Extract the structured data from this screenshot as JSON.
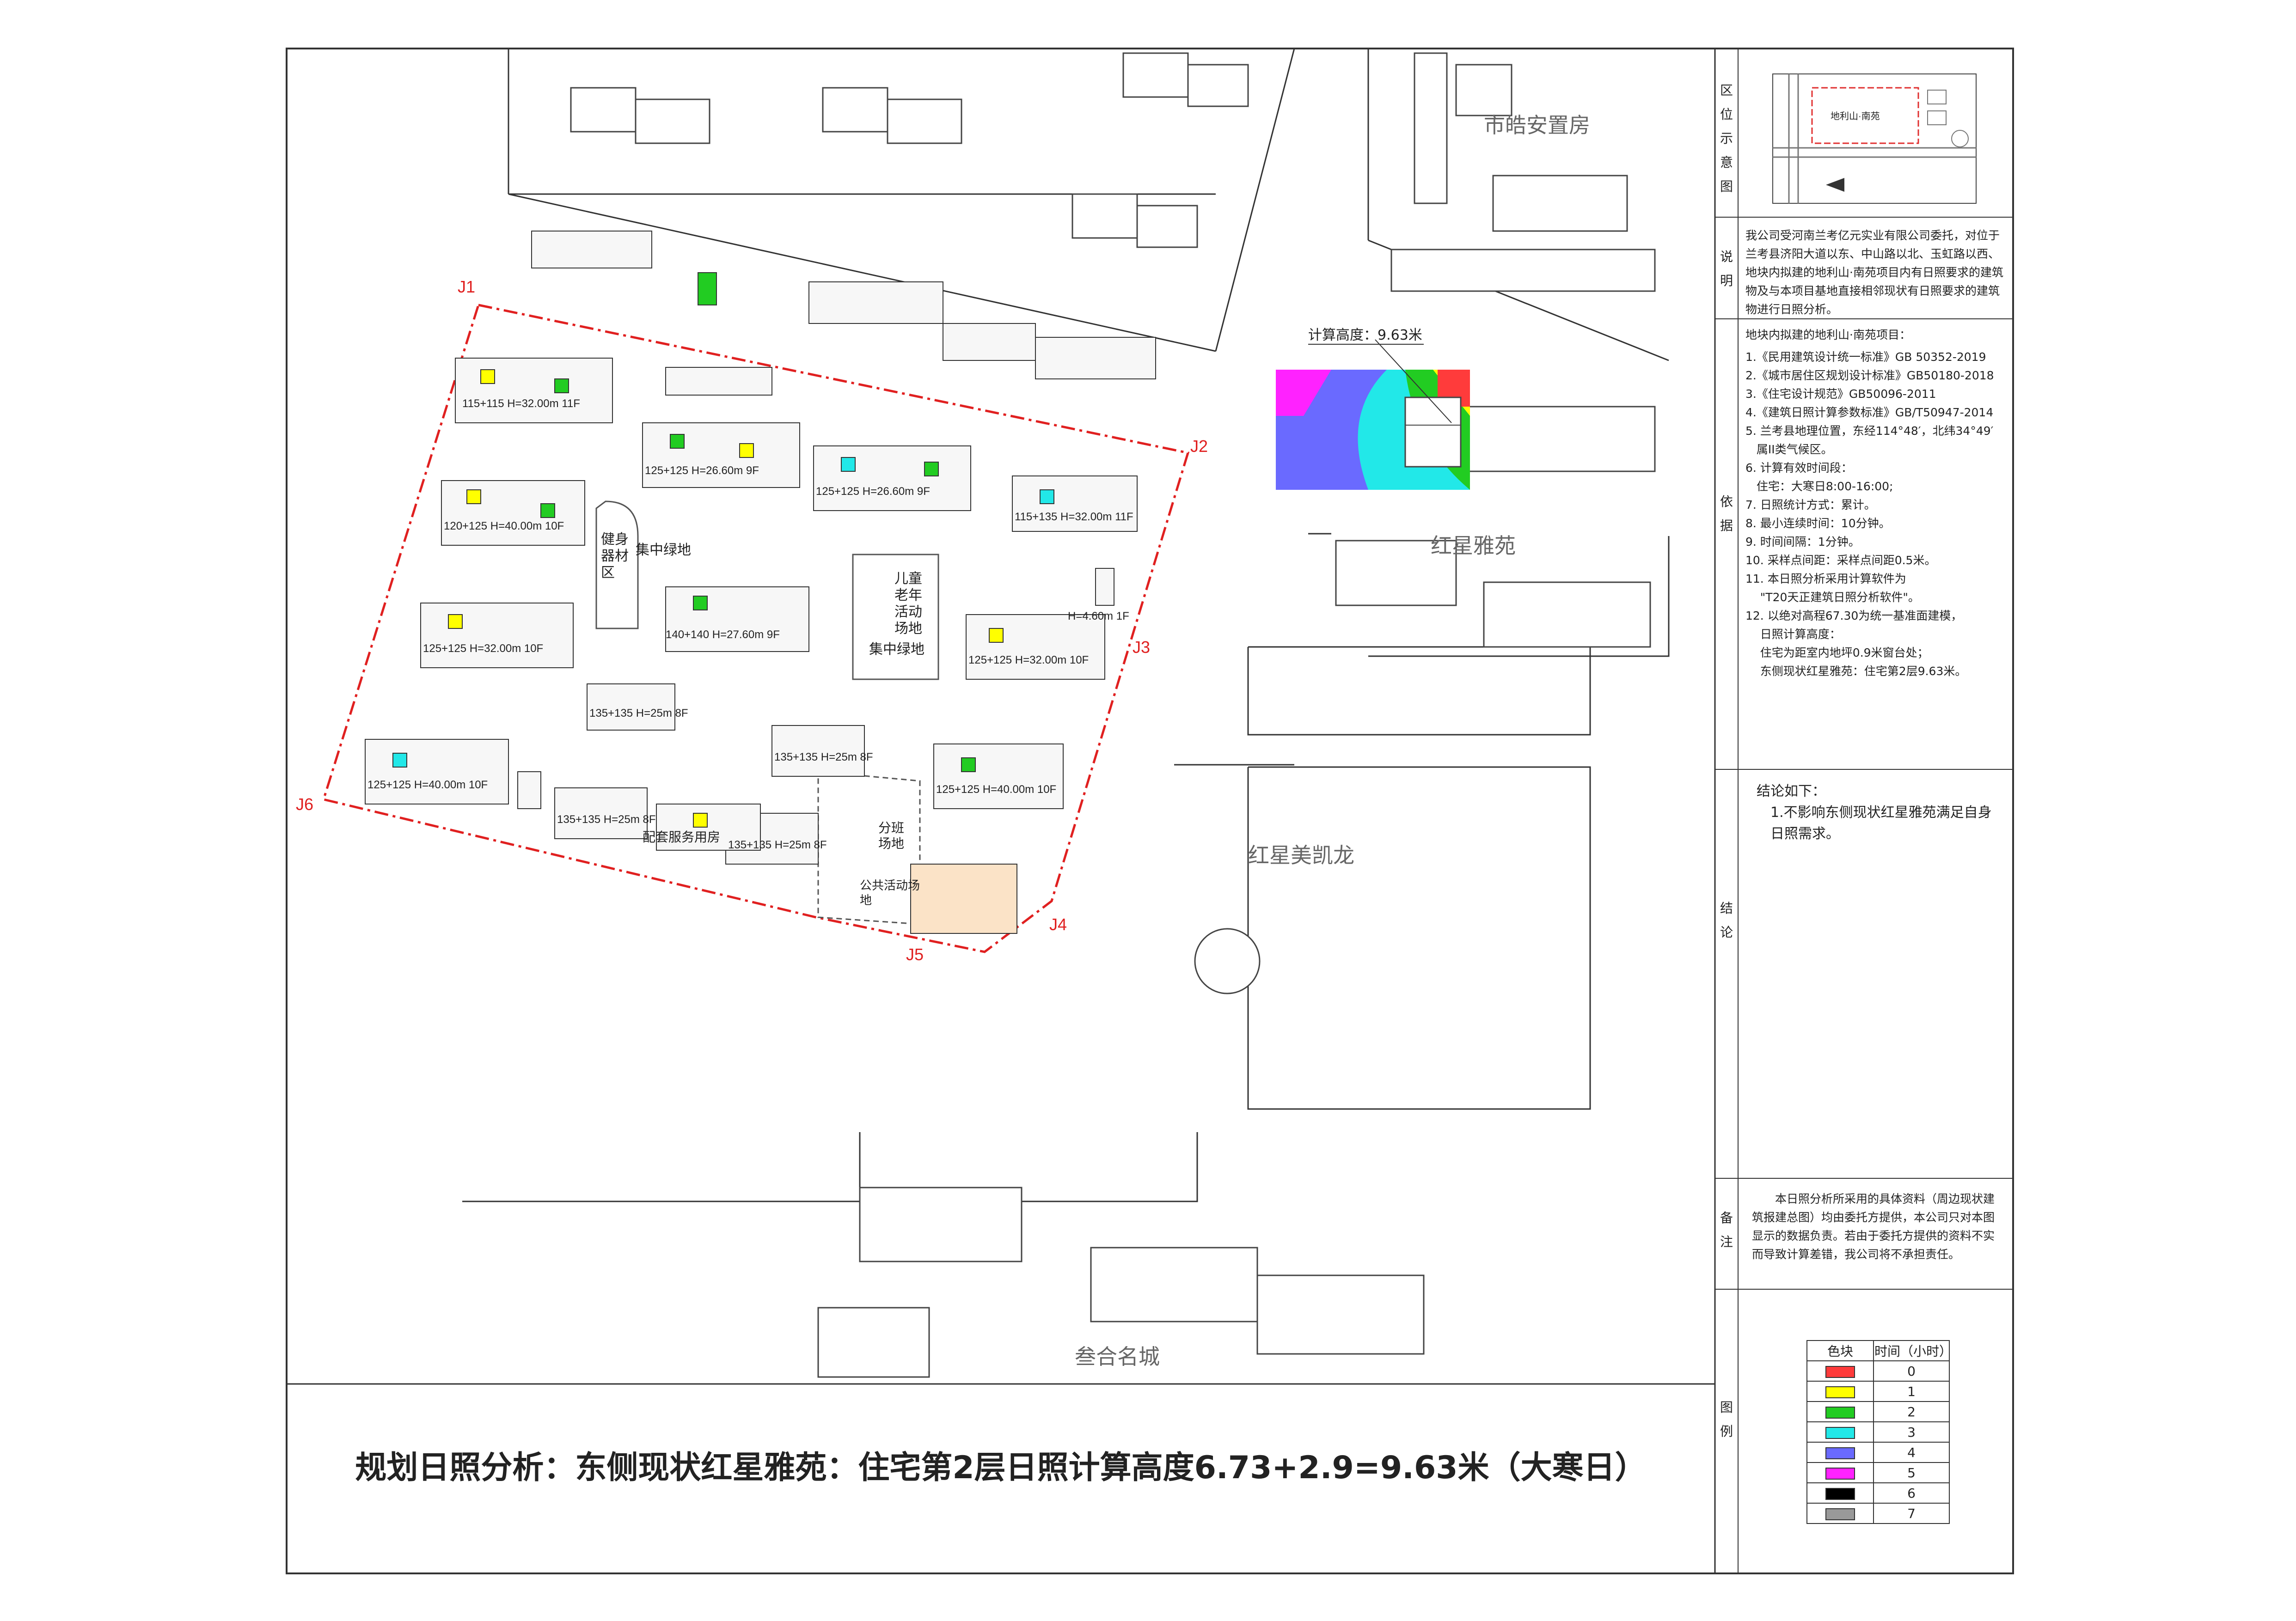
{
  "title": "规划日照分析：东侧现状红星雅苑：住宅第2层日照计算高度6.73+2.9=9.63米（大寒日）",
  "side_labels": {
    "location": "区位示意图",
    "description": "说明",
    "basis": "依据",
    "conclusion": "结论",
    "remarks": "备注",
    "legend": "图例"
  },
  "location_map": {
    "label": "地利山·南苑"
  },
  "description_text": "我公司受河南兰考亿元实业有限公司委托，对位于兰考县济阳大道以东、中山路以北、玉虹路以西、地块内拟建的地利山·南苑项目内有日照要求的建筑物及与本项目基地直接相邻现状有日照要求的建筑物进行日照分析。",
  "basis": {
    "intro": "地块内拟建的地利山·南苑项目：",
    "items": [
      "1.《民用建筑设计统一标准》GB 50352-2019",
      "2.《城市居住区规划设计标准》GB50180-2018",
      "3.《住宅设计规范》GB50096-2011",
      "4.《建筑日照计算参数标准》GB/T50947-2014",
      "5. 兰考县地理位置，东经114°48′，北纬34°49′\n   属II类气候区。",
      "6. 计算有效时间段：\n   住宅：大寒日8:00-16:00;",
      "7. 日照统计方式：累计。",
      "8. 最小连续时间：10分钟。",
      "9. 时间间隔：1分钟。",
      "10. 采样点间距：采样点间距0.5米。",
      "11. 本日照分析采用计算软件为\n    \"T20天正建筑日照分析软件\"。",
      "12. 以绝对高程67.30为统一基准面建模，\n    日照计算高度：\n    住宅为距室内地坪0.9米窗台处；\n    东侧现状红星雅苑：住宅第2层9.63米。"
    ]
  },
  "conclusion": {
    "heading": "结论如下：",
    "text": "1.不影响东侧现状红星雅苑满足自身日照需求。"
  },
  "remarks_text": "本日照分析所采用的具体资料（周边现状建筑报建总图）均由委托方提供，本公司只对本图显示的数据负责。若由于委托方提供的资料不实而导致计算差错，我公司将不承担责任。",
  "legend": {
    "col_color": "色块",
    "col_hours": "时间（小时）",
    "rows": [
      {
        "hours": "0",
        "color": "#ff3b3b"
      },
      {
        "hours": "1",
        "color": "#ffff00"
      },
      {
        "hours": "2",
        "color": "#22cc22"
      },
      {
        "hours": "3",
        "color": "#22e8e8"
      },
      {
        "hours": "4",
        "color": "#6a6aff"
      },
      {
        "hours": "5",
        "color": "#ff22ff"
      },
      {
        "hours": "6",
        "color": "#000000"
      },
      {
        "hours": "7",
        "color": "#999999"
      }
    ]
  },
  "map": {
    "neighbors": {
      "shihao": "市皓安置房",
      "hongxing_yayuan": "红星雅苑",
      "hongxing_kailong": "红星美凯龙",
      "canhe": "叁合名城"
    },
    "calc_height": "计算高度：9.63米",
    "boundary_points": [
      "J1",
      "J2",
      "J3",
      "J4",
      "J5",
      "J6"
    ],
    "zones": {
      "fitness": "健身器材区",
      "green1": "集中绿地",
      "green2": "集中绿地",
      "kids": "儿童老年活动场地",
      "school": "分班场地",
      "public": "公共活动场地",
      "service": "配套服务用房"
    },
    "buildings": [
      {
        "tag": "11F",
        "label": "115+115",
        "h": "H=32.00m"
      },
      {
        "tag": "9F",
        "label": "125+125",
        "h": "H=26.60m"
      },
      {
        "tag": "9F",
        "label": "125+125",
        "h": "H=26.60m"
      },
      {
        "tag": "11F",
        "label": "115+135",
        "h": "H=32.00m"
      },
      {
        "tag": "10F",
        "label": "120+125",
        "h": "H=40.00m"
      },
      {
        "tag": "9F",
        "label": "140+140",
        "h": "H=27.60m"
      },
      {
        "tag": "10F",
        "label": "125+125",
        "h": "H=32.00m"
      },
      {
        "tag": "10F",
        "label": "125+125",
        "h": "H=32.00m"
      },
      {
        "tag": "8F",
        "label": "135+135",
        "h": "H=25m"
      },
      {
        "tag": "8F",
        "label": "135+135",
        "h": "H=25m"
      },
      {
        "tag": "10F",
        "label": "125+125",
        "h": "H=40.00m"
      },
      {
        "tag": "10F",
        "label": "125+125",
        "h": "H=40.00m"
      },
      {
        "tag": "8F",
        "label": "135+135",
        "h": "H=25m"
      },
      {
        "tag": "8F",
        "label": "135+135",
        "h": "H=25m"
      },
      {
        "tag": "1F",
        "label": "",
        "h": "H=4.60m"
      }
    ]
  }
}
